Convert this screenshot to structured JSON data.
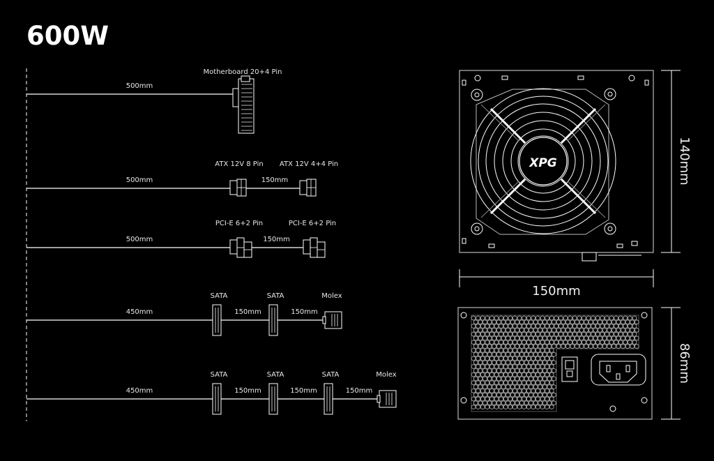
{
  "title": "600W",
  "cables": [
    {
      "main_length": "500mm",
      "connectors": [
        {
          "name": "Motherboard 20+4 Pin",
          "type": "mb24"
        }
      ],
      "segments": []
    },
    {
      "main_length": "500mm",
      "connectors": [
        {
          "name": "ATX 12V 8 Pin",
          "type": "atx"
        },
        {
          "name": "ATX 12V 4+4 Pin",
          "type": "atx"
        }
      ],
      "segments": [
        "150mm"
      ]
    },
    {
      "main_length": "500mm",
      "connectors": [
        {
          "name": "PCI-E 6+2 Pin",
          "type": "pcie"
        },
        {
          "name": "PCI-E 6+2 Pin",
          "type": "pcie"
        }
      ],
      "segments": [
        "150mm"
      ]
    },
    {
      "main_length": "450mm",
      "connectors": [
        {
          "name": "SATA",
          "type": "sata"
        },
        {
          "name": "SATA",
          "type": "sata"
        },
        {
          "name": "Molex",
          "type": "molex"
        }
      ],
      "segments": [
        "150mm",
        "150mm"
      ]
    },
    {
      "main_length": "450mm",
      "connectors": [
        {
          "name": "SATA",
          "type": "sata"
        },
        {
          "name": "SATA",
          "type": "sata"
        },
        {
          "name": "SATA",
          "type": "sata"
        },
        {
          "name": "Molex",
          "type": "molex"
        }
      ],
      "segments": [
        "150mm",
        "150mm",
        "150mm"
      ]
    }
  ],
  "psu": {
    "fan_logo": "XPG",
    "height_label": "140mm",
    "width_label": "150mm",
    "depth_label": "86mm"
  },
  "colors": {
    "background": "#000000",
    "line": "#ffffff",
    "text": "#ffffff"
  }
}
